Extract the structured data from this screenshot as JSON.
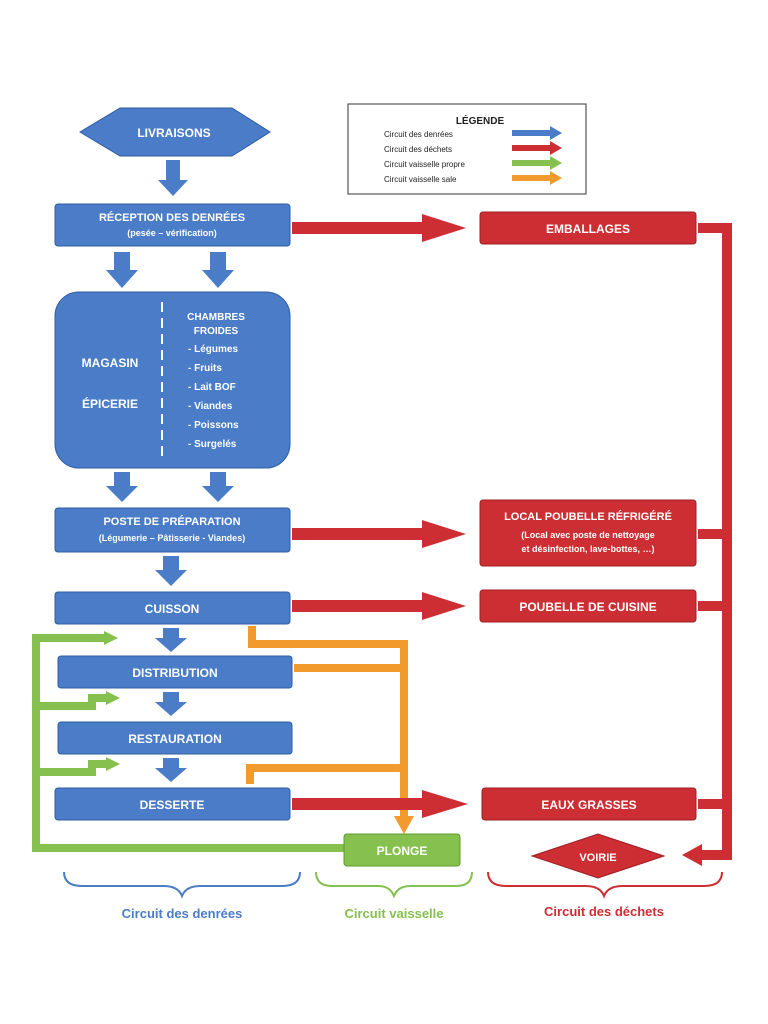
{
  "colors": {
    "denrees": "#4a7cc7",
    "dechets": "#cc2e33",
    "vaisselle_propre": "#86c04e",
    "vaisselle_sale": "#f39a2d",
    "box_blue": "#4a7cc7",
    "box_red": "#cc2e33",
    "box_green": "#86c04e"
  },
  "legend": {
    "title": "LÉGENDE",
    "items": [
      {
        "label": "Circuit des denrées",
        "color": "#4a7cc7"
      },
      {
        "label": "Circuit des déchets",
        "color": "#cc2e33"
      },
      {
        "label": "Circuit vaisselle propre",
        "color": "#86c04e"
      },
      {
        "label": "Circuit vaisselle sale",
        "color": "#f39a2d"
      }
    ]
  },
  "nodes": {
    "livraisons": "LIVRAISONS",
    "reception": {
      "title": "RÉCEPTION DES DENRÉES",
      "subtitle": "(pesée – vérification)"
    },
    "stockage": {
      "left_lines": [
        "MAGASIN",
        "ÉPICERIE"
      ],
      "right_title": [
        "CHAMBRES",
        "FROIDES"
      ],
      "right_items": [
        "- Légumes",
        "- Fruits",
        "- Lait BOF",
        "- Viandes",
        "- Poissons",
        "- Surgelés"
      ]
    },
    "preparation": {
      "title": "POSTE DE PRÉPARATION",
      "subtitle": "(Légumerie – Pâtisserie - Viandes)"
    },
    "cuisson": "CUISSON",
    "distribution": "DISTRIBUTION",
    "restauration": "RESTAURATION",
    "desserte": "DESSERTE",
    "plonge": "PLONGE",
    "emballages": "EMBALLAGES",
    "local_poubelle": {
      "title": "LOCAL POUBELLE RÉFRIGÉRÉ",
      "subtitle": [
        "(Local avec poste de nettoyage",
        "et désinfection, lave-bottes, …)"
      ]
    },
    "poubelle_cuisine": "POUBELLE DE CUISINE",
    "eaux_grasses": "EAUX GRASSES",
    "voirie": "VOIRIE"
  },
  "bottom_labels": {
    "denrees": "Circuit des denrées",
    "vaisselle": "Circuit vaisselle",
    "dechets": "Circuit des déchets"
  }
}
